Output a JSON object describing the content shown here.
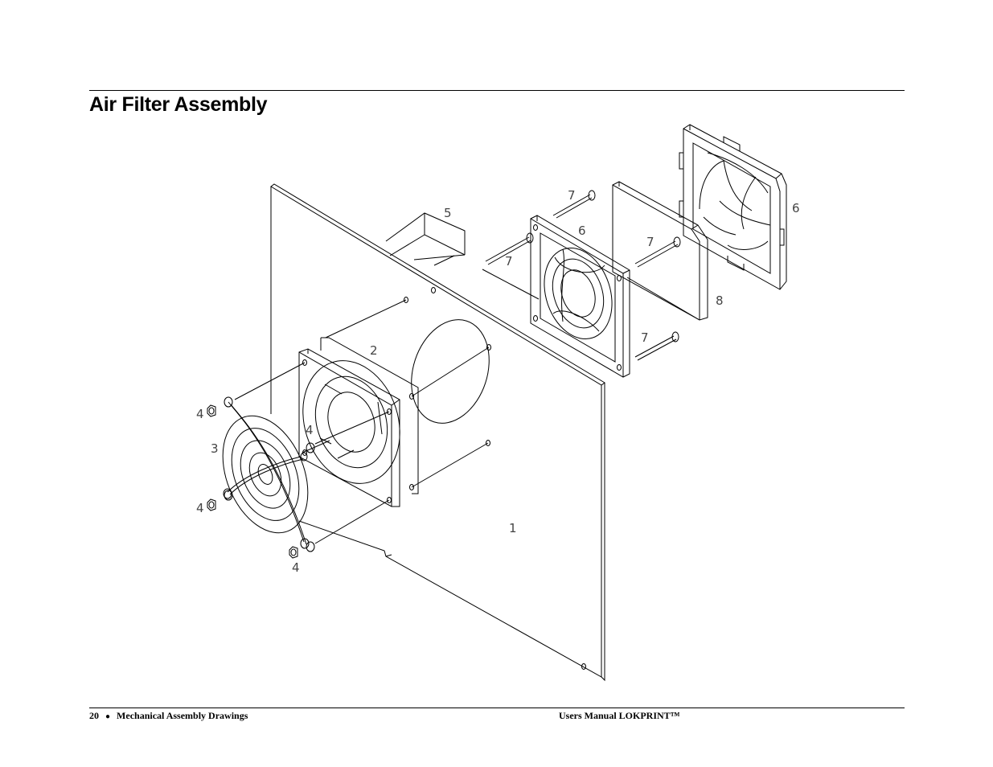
{
  "page": {
    "title": "Air Filter Assembly",
    "footer": {
      "page_number": "20",
      "bullet": "●",
      "section": "Mechanical Assembly Drawings",
      "manual": "Users Manual LOKPRINT™"
    }
  },
  "drawing": {
    "callouts": {
      "panel": "1",
      "fan": "2",
      "fan_guard": "3",
      "nut_top_left": "4",
      "nut_mid": "4",
      "nut_lower_left": "4",
      "nut_bottom": "4",
      "duct": "5",
      "filter_frame_front": "6",
      "filter_frame_rear": "6",
      "screw_top": "7",
      "screw_left": "7",
      "screw_mid_right": "7",
      "screw_low_right": "7",
      "filter_mat": "8"
    }
  }
}
